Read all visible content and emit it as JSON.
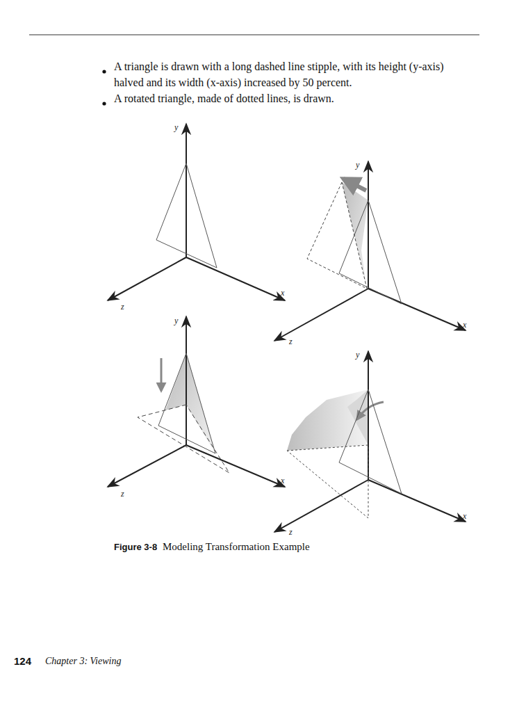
{
  "diagram": {
    "labels": [
      "A triangle is drawn with a long dashed line stipple, with its height (y-axis) halved and its width (x-axis) increased by 50 percent.",
      "A rotated triangle, made of dotted lines, is drawn.",
      "y",
      "x",
      "z",
      "y",
      "x",
      "z",
      "y",
      "x",
      "z",
      "y",
      "x",
      "z",
      "Figure 3-8",
      "Modeling Transformation Example",
      "124",
      "Chapter 3: Viewing"
    ]
  }
}
